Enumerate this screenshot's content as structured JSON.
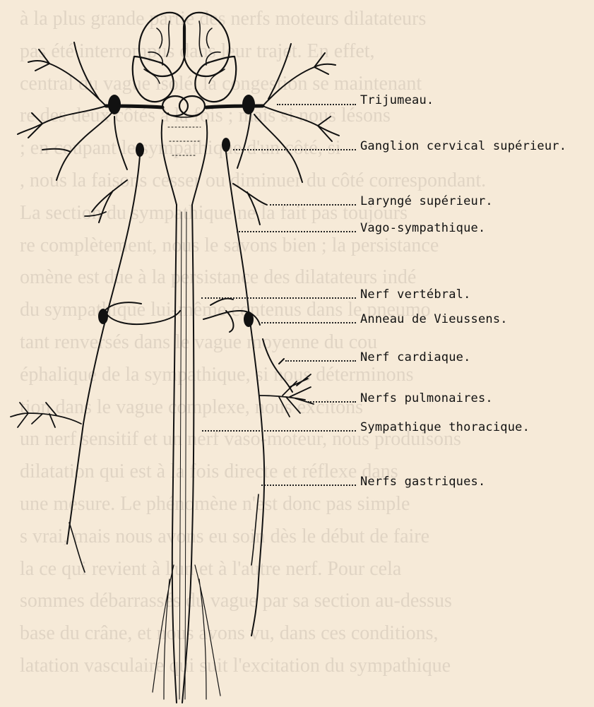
{
  "background_text_lines": [
    "    à la plus grande partie des nerfs moteurs dilatateurs",
    "    pas été interrompus dans leur trajet. En effet,",
    "    central du vague isolé, la congestion se maintenant",
    "    re des deux côtés à la fois ; mais si nous lésons",
    "    ; en coupant le sympathique d'un côté, si",
    "    , nous la faisons cesser ou diminuer du côté correspondant.",
    "    La section du sympathique ne la fait pas toujours",
    "    re complètement, nous le savons bien ; la persistance",
    "    omène est due à la persistance des dilatateurs indé",
    "    du sympathique lui-même contenus dans le pneumo",
    "    tant renversés dans le vague moyenne du cou",
    "    éphalique de la sympathique, si nous déterminons",
    "    tion dans le vague complexe, nous excitons",
    "    un nerf sensitif et un nerf vaso-moteur, nous produisons",
    "    dilatation qui est à la fois directe et réflexe dans",
    "    une mesure. Le phénomène n'est donc pas simple",
    "    s vrai, mais nous avons eu soin dès le début de faire",
    "    la ce qui revient à l'un et à l'autre nerf. Pour cela",
    "    sommes débarrassés du vague par sa section au-dessus",
    "    base du crâne, et nous avons vu, dans ces conditions,",
    "    latation vasculaire qui suit l'excitation du sympathique"
  ],
  "labels": [
    {
      "id": "trijumeau",
      "text": "Trijumeau."
    },
    {
      "id": "ganglion-cervical-superieur",
      "text": "Ganglion cervical supérieur."
    },
    {
      "id": "larynge-superieur",
      "text": "Laryngé supérieur."
    },
    {
      "id": "vago-sympathique",
      "text": "Vago-sympathique."
    },
    {
      "id": "nerf-vertebral",
      "text": "Nerf vertébral."
    },
    {
      "id": "anneau-de-vieussens",
      "text": "Anneau de Vieussens."
    },
    {
      "id": "nerf-cardiaque",
      "text": "Nerf cardiaque."
    },
    {
      "id": "nerfs-pulmonaires",
      "text": "Nerfs pulmonaires."
    },
    {
      "id": "sympathique-thoracique",
      "text": "Sympathique thoracique."
    },
    {
      "id": "nerfs-gastriques",
      "text": "Nerfs gastriques."
    }
  ]
}
